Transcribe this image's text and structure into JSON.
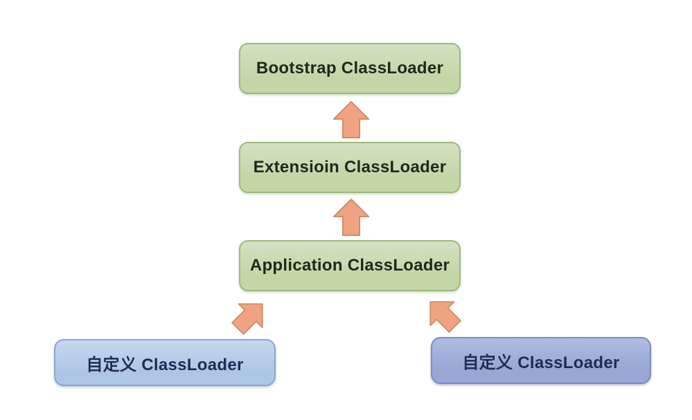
{
  "diagram": {
    "description": "ClassLoader parent-delegation hierarchy",
    "nodes": {
      "bootstrap": {
        "label": "Bootstrap ClassLoader",
        "style": "green"
      },
      "extension": {
        "label": "Extensioin ClassLoader",
        "style": "green"
      },
      "application": {
        "label": "Application ClassLoader",
        "style": "green"
      },
      "custom_left": {
        "label": "自定义 ClassLoader",
        "style": "blue-light"
      },
      "custom_right": {
        "label": "自定义 ClassLoader",
        "style": "blue-dark"
      }
    },
    "edges": [
      {
        "from": "extension",
        "to": "bootstrap",
        "direction": "up"
      },
      {
        "from": "application",
        "to": "extension",
        "direction": "up"
      },
      {
        "from": "custom_left",
        "to": "application",
        "direction": "up-right"
      },
      {
        "from": "custom_right",
        "to": "application",
        "direction": "up-left"
      }
    ]
  },
  "colors": {
    "green_fill": "#c3d6a6",
    "green_fill_top": "#d4e2c2",
    "green_border": "#9cb97d",
    "blue_light_fill": "#aec6e6",
    "blue_light_fill_top": "#c6d7ee",
    "blue_light_border": "#89a5ce",
    "blue_dark_fill": "#98a7d4",
    "blue_dark_fill_top": "#b0bce0",
    "blue_dark_border": "#7c8abd",
    "arrow_fill": "#f0a383",
    "arrow_border": "#d08b60",
    "text_green_box": "#20281b",
    "text_blue_box": "#202c50",
    "background": "#ffffff"
  }
}
